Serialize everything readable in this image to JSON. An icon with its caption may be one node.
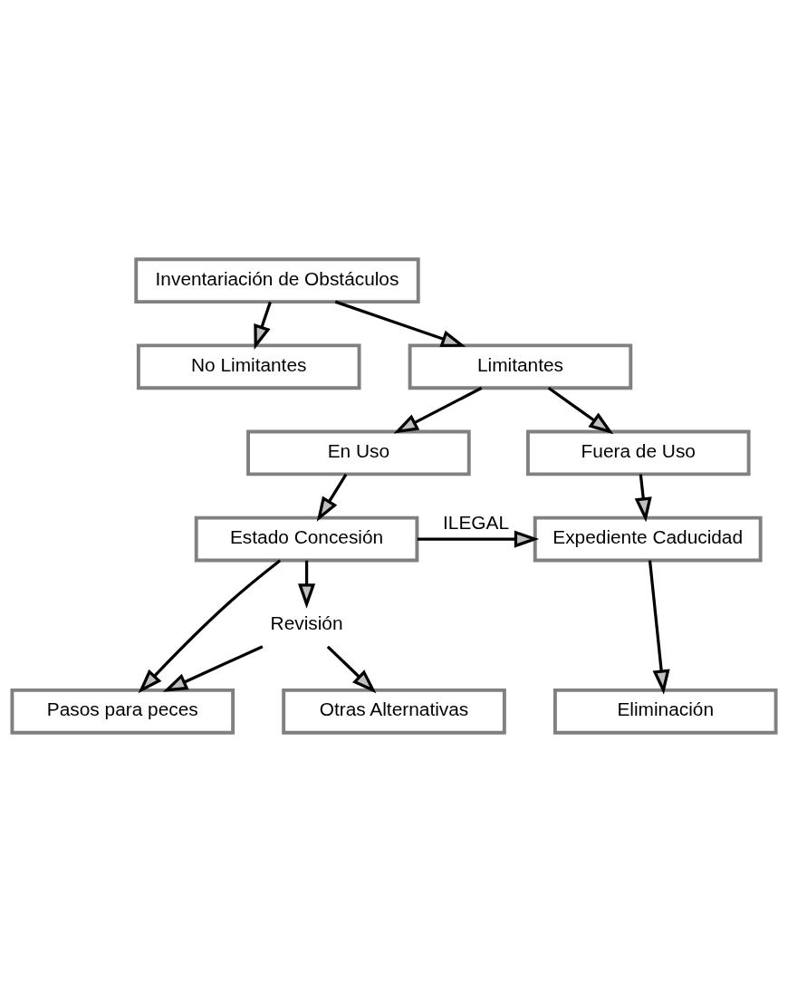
{
  "diagram": {
    "nodes": [
      {
        "text": [
          "Inventariación de Obstáculos"
        ]
      },
      {
        "text": [
          "No Limitantes"
        ]
      },
      {
        "text": [
          "Limitantes"
        ]
      },
      {
        "text": [
          "En Uso"
        ]
      },
      {
        "text": [
          "Fuera de Uso"
        ]
      },
      {
        "text": [
          "Estado Concesión"
        ]
      },
      {
        "text": [
          "Expediente Caducidad"
        ]
      },
      {
        "text": [
          "Revisión"
        ]
      },
      {
        "text": [
          "Pasos para peces"
        ]
      },
      {
        "text": [
          "Otras Alternativas"
        ]
      },
      {
        "text": [
          "Eliminación"
        ]
      }
    ],
    "edges": [
      {
        "from": 0,
        "to": 1,
        "arrow": "to"
      },
      {
        "from": 0,
        "to": 2,
        "arrow": "to"
      },
      {
        "from": 2,
        "to": 3,
        "arrow": "to"
      },
      {
        "from": 2,
        "to": 4,
        "arrow": "to"
      },
      {
        "from": 3,
        "to": 5,
        "arrow": "to"
      },
      {
        "from": 4,
        "to": 6,
        "arrow": "to"
      },
      {
        "from": 5,
        "to": 6,
        "arrow": "to",
        "label": "ILEGAL"
      },
      {
        "from": 5,
        "to": 7,
        "arrow": "to"
      },
      {
        "from": 5,
        "to": 8,
        "arrow": "to"
      },
      {
        "from": 7,
        "to": 8,
        "arrow": "to"
      },
      {
        "from": 7,
        "to": 9,
        "arrow": "to"
      },
      {
        "from": 6,
        "to": 10,
        "arrow": "to"
      }
    ]
  }
}
